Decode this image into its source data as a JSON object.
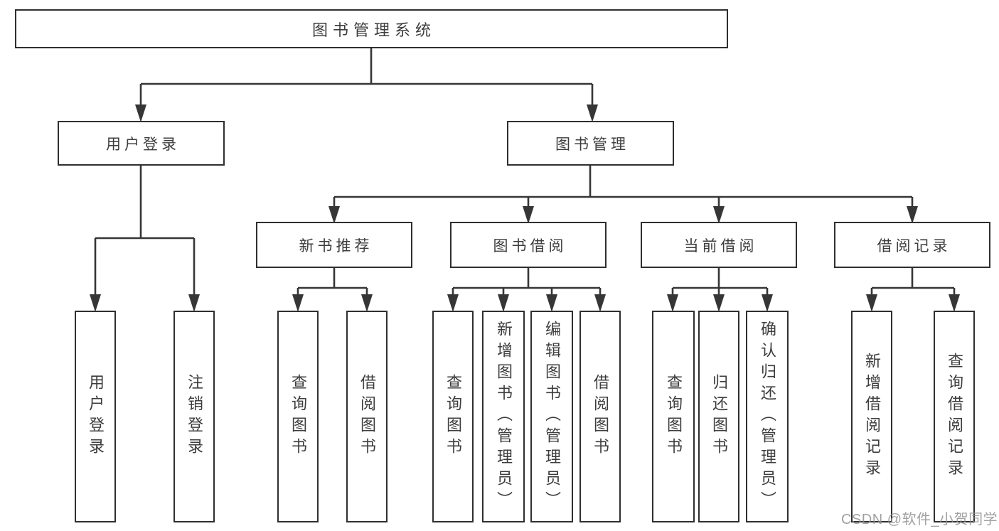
{
  "diagram": {
    "root": {
      "label": "图书管理系统"
    },
    "level2": [
      {
        "label": "用户登录"
      },
      {
        "label": "图书管理"
      }
    ],
    "level3": [
      {
        "label": "新书推荐"
      },
      {
        "label": "图书借阅"
      },
      {
        "label": "当前借阅"
      },
      {
        "label": "借阅记录"
      }
    ],
    "leaves": [
      {
        "parent": "用户登录",
        "label": "用户登录"
      },
      {
        "parent": "用户登录",
        "label": "注销登录"
      },
      {
        "parent": "新书推荐",
        "label": "查询图书"
      },
      {
        "parent": "新书推荐",
        "label": "借阅图书"
      },
      {
        "parent": "图书借阅",
        "label": "查询图书"
      },
      {
        "parent": "图书借阅",
        "label": "新增图书（管理员）"
      },
      {
        "parent": "图书借阅",
        "label": "编辑图书（管理员）"
      },
      {
        "parent": "图书借阅",
        "label": "借阅图书"
      },
      {
        "parent": "当前借阅",
        "label": "查询图书"
      },
      {
        "parent": "当前借阅",
        "label": "归还图书"
      },
      {
        "parent": "当前借阅",
        "label": "确认归还（管理员）"
      },
      {
        "parent": "借阅记录",
        "label": "新增借阅记录"
      },
      {
        "parent": "借阅记录",
        "label": "查询借阅记录"
      }
    ],
    "watermark": {
      "text": "CSDN @软件_小贺同学"
    },
    "colors": {
      "line": "#363636",
      "border": "#2f2f2f",
      "text": "#3d3d3d",
      "watermark": "#919191",
      "background": "#ffffff"
    }
  }
}
